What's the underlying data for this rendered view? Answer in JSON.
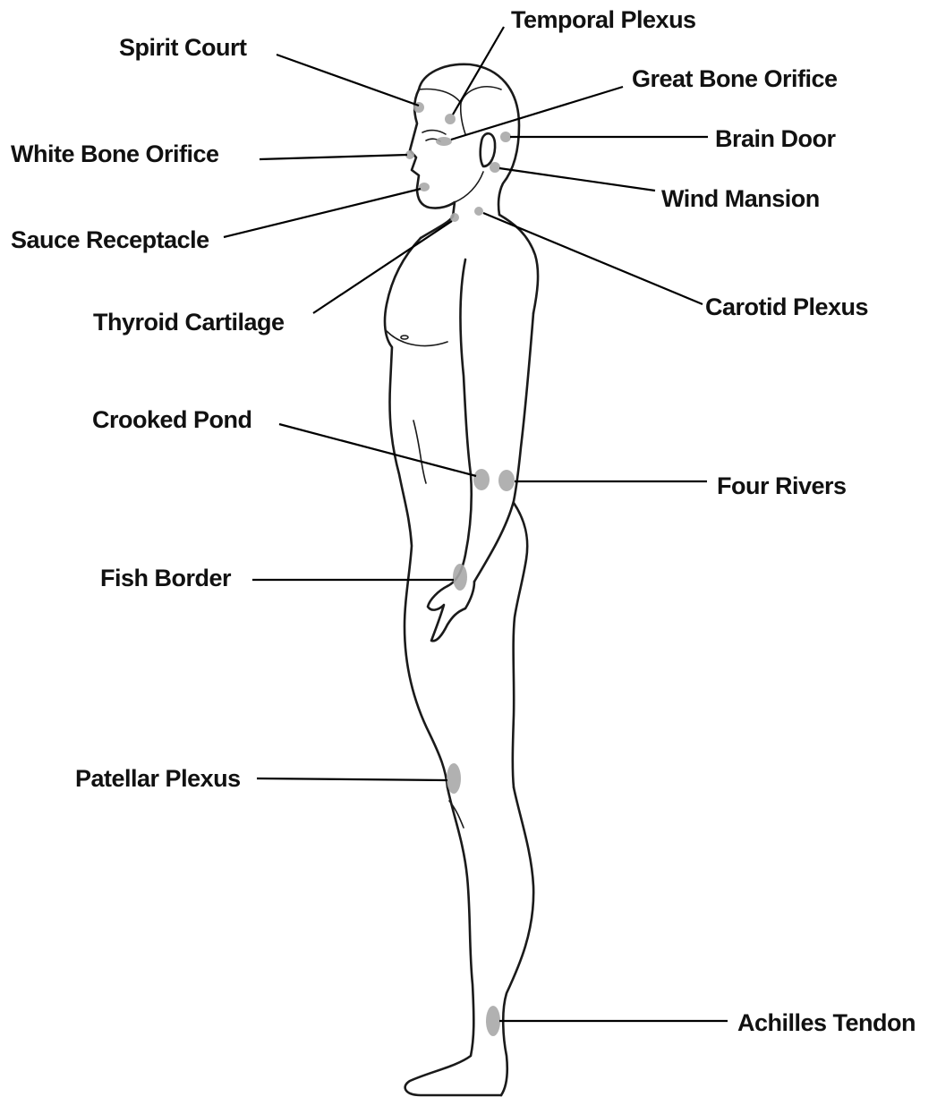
{
  "labels": {
    "spirit_court": "Spirit Court",
    "temporal_plexus": "Temporal Plexus",
    "great_bone_orifice": "Great Bone Orifice",
    "brain_door": "Brain Door",
    "white_bone_orifice": "White Bone Orifice",
    "wind_mansion": "Wind Mansion",
    "sauce_receptacle": "Sauce Receptacle",
    "thyroid_cartilage": "Thyroid Cartilage",
    "carotid_plexus": "Carotid Plexus",
    "crooked_pond": "Crooked Pond",
    "four_rivers": "Four Rivers",
    "fish_border": "Fish Border",
    "patellar_plexus": "Patellar Plexus",
    "achilles_tendon": "Achilles Tendon"
  },
  "colors": {
    "point_marker": "#a9a9a9",
    "outline": "#1a1a1a",
    "text": "#111111"
  }
}
